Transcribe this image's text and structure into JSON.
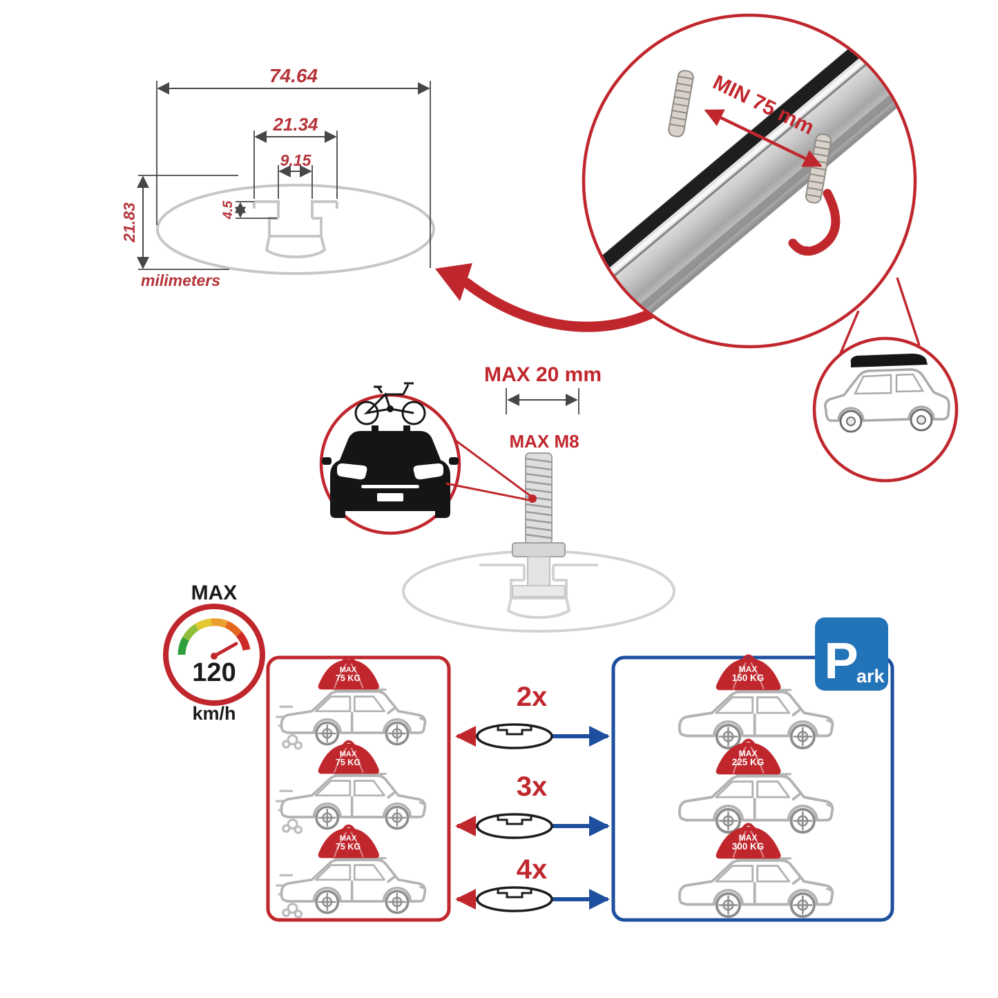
{
  "colors": {
    "red": "#c0272d",
    "blue": "#1d4f9e",
    "sign_blue": "#2273b8",
    "profile_gray": "#c6c6c6"
  },
  "cross_section": {
    "dim_total_width": "74.64",
    "dim_slot_width": "21.34",
    "dim_opening_width": "9.15",
    "dim_lip_height": "4.5",
    "dim_total_height": "21.83",
    "units": "milimeters"
  },
  "bar_detail": {
    "min_span": "MIN 75 mm"
  },
  "bolt": {
    "max_length": "MAX 20 mm",
    "max_thread": "MAX M8"
  },
  "speed": {
    "label": "MAX",
    "value": "120",
    "units": "km/h"
  },
  "parking_sign": {
    "letter": "P",
    "suffix": "ark"
  },
  "multipliers": [
    {
      "label": "2x"
    },
    {
      "label": "3x"
    },
    {
      "label": "4x"
    }
  ],
  "driving_loads": [
    {
      "line1": "MAX",
      "line2": "75 KG"
    },
    {
      "line1": "MAX",
      "line2": "75 KG"
    },
    {
      "line1": "MAX",
      "line2": "75 KG"
    }
  ],
  "parked_loads": [
    {
      "line1": "MAX",
      "line2": "150 KG"
    },
    {
      "line1": "MAX",
      "line2": "225 KG"
    },
    {
      "line1": "MAX",
      "line2": "300 KG"
    }
  ]
}
